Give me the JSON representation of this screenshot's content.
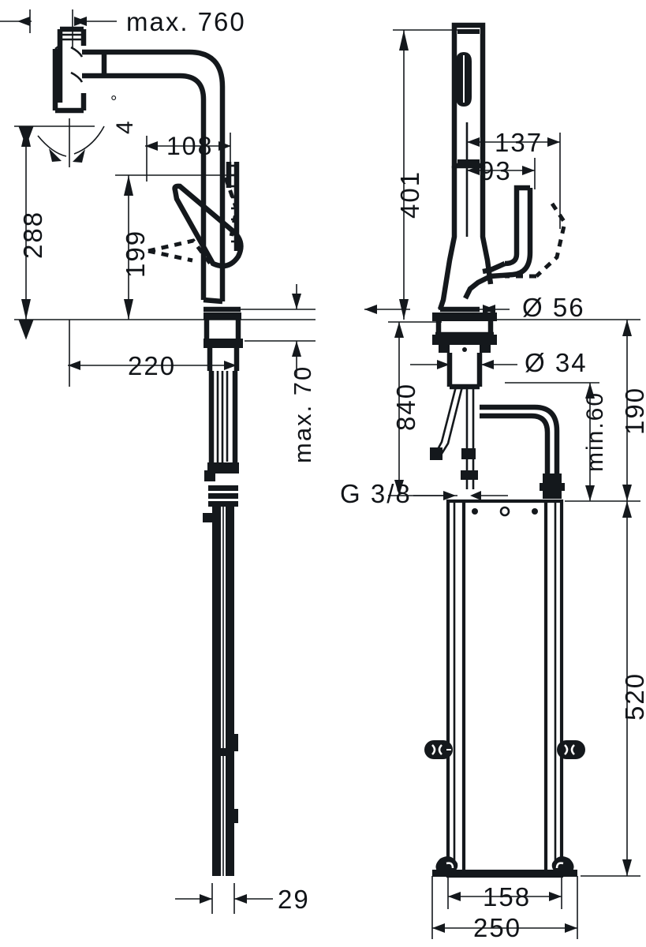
{
  "drawing": {
    "title": "Kitchen mixer tap technical dimension drawing",
    "units": "mm",
    "line_color": "#14181c",
    "background": "#ffffff",
    "views": [
      {
        "name": "front-view",
        "label": ""
      },
      {
        "name": "side-view",
        "label": ""
      }
    ],
    "dimensions": {
      "max_760": "max. 760",
      "angle_4": "4",
      "degree_symbol": "°",
      "d108": "108",
      "d288": "288",
      "d199": "199",
      "d220": "220",
      "max_70": "max. 70",
      "d29": "29",
      "d401": "401",
      "d137": "137",
      "d93": "93",
      "dia56": "Ø 56",
      "dia34": "Ø 34",
      "d840": "840",
      "g38": "G 3/8",
      "min60": "min.60",
      "d190": "190",
      "d520": "520",
      "d158": "158",
      "d250": "250"
    }
  }
}
